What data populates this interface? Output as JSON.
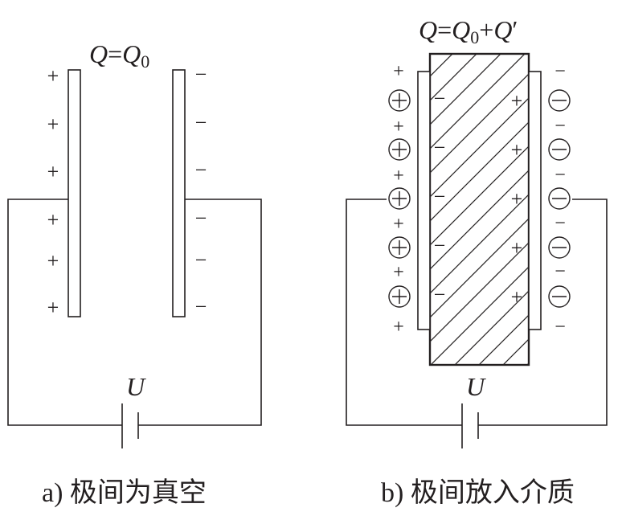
{
  "diagram_a": {
    "charge_label": {
      "q": "Q",
      "eq": "=",
      "q0": "Q",
      "sub": "0"
    },
    "voltage_label": "U",
    "caption": "a) 极间为真空",
    "left_sign": "+",
    "right_sign": "−"
  },
  "diagram_b": {
    "charge_label": {
      "q": "Q",
      "eq": "=",
      "q0": "Q",
      "sub": "0",
      "plus": "+",
      "qp": "Q",
      "prime": "′"
    },
    "voltage_label": "U",
    "caption": "b) 极间放入介质",
    "free_plus": "+",
    "free_minus": "−",
    "bound_plus": "+",
    "bound_minus": "−"
  }
}
